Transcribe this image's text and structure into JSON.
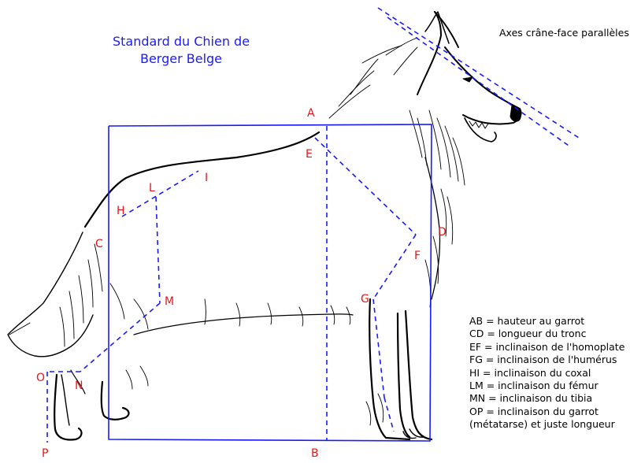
{
  "title": {
    "line1": "Standard du Chien de",
    "line2": "Berger Belge"
  },
  "axes_note": "Axes crâne-face parallèles",
  "points": {
    "A": "A",
    "B": "B",
    "C": "C",
    "D": "D",
    "E": "E",
    "F": "F",
    "G": "G",
    "H": "H",
    "I": "I",
    "L": "L",
    "M": "M",
    "N": "N",
    "O": "O",
    "P": "P"
  },
  "legend": [
    "AB = hauteur au garrot",
    "CD = longueur du tronc",
    "EF = inclinaison de l'homoplate",
    "FG = inclinaison de l'humérus",
    "HI = inclinaison du coxal",
    "LM = inclinaison du fémur",
    "MN = inclinaison du tibia",
    "OP = inclinaison du garrot",
    "(métatarse) et juste longueur"
  ],
  "colors": {
    "lines": "#1a1aff",
    "labels": "#e8141a",
    "dog": "#000000"
  }
}
